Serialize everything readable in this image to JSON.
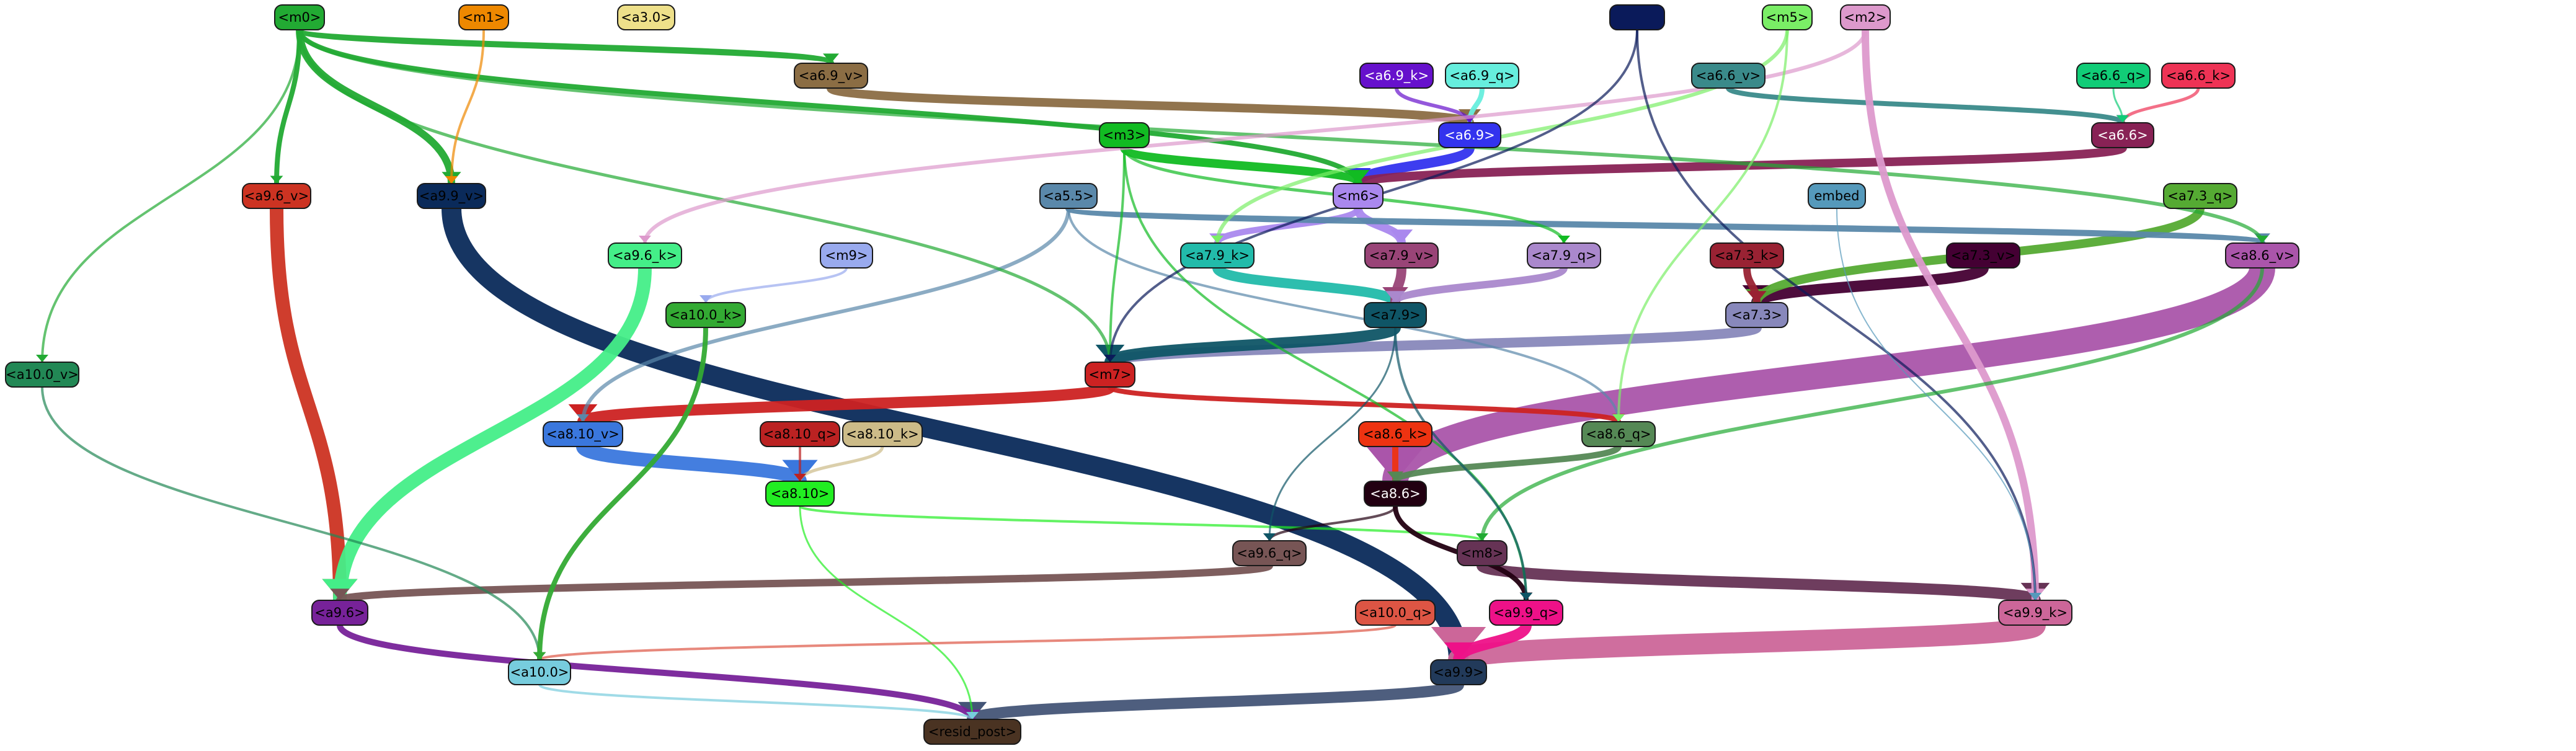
{
  "nodes": [
    {
      "id": "m0",
      "label": "<m0>",
      "color": "#22aa33",
      "text": "#000000"
    },
    {
      "id": "m1",
      "label": "<m1>",
      "color": "#ee8800",
      "text": "#000000"
    },
    {
      "id": "a3_0",
      "label": "<a3.0>",
      "color": "#eee08a",
      "text": "#000000"
    },
    {
      "id": "top_navy",
      "label": "",
      "color": "#0a1a5a",
      "text": "#ffffff"
    },
    {
      "id": "m5",
      "label": "<m5>",
      "color": "#7aee66",
      "text": "#000000"
    },
    {
      "id": "m2",
      "label": "<m2>",
      "color": "#dd99cc",
      "text": "#000000"
    },
    {
      "id": "a6_9_v",
      "label": "<a6.9_v>",
      "color": "#8b6d44",
      "text": "#000000"
    },
    {
      "id": "a6_6_v",
      "label": "<a6.6_v>",
      "color": "#3a8a8a",
      "text": "#000000"
    },
    {
      "id": "a6_9_k",
      "label": "<a6.9_k>",
      "color": "#6611cc",
      "text": "#ffffff"
    },
    {
      "id": "a6_9_q",
      "label": "<a6.9_q>",
      "color": "#66eedd",
      "text": "#000000"
    },
    {
      "id": "a6_6_q",
      "label": "<a6.6_q>",
      "color": "#11cc77",
      "text": "#000000"
    },
    {
      "id": "a6_6_k",
      "label": "<a6.6_k>",
      "color": "#ee3355",
      "text": "#000000"
    },
    {
      "id": "a6_9",
      "label": "<a6.9>",
      "color": "#3333ee",
      "text": "#ffffff"
    },
    {
      "id": "a6_6",
      "label": "<a6.6>",
      "color": "#882255",
      "text": "#ffffff"
    },
    {
      "id": "m3",
      "label": "<m3>",
      "color": "#11bb22",
      "text": "#000000"
    },
    {
      "id": "a9_6_v",
      "label": "<a9.6_v>",
      "color": "#cc3322",
      "text": "#000000"
    },
    {
      "id": "a9_9_v",
      "label": "<a9.9_v>",
      "color": "#0a2a5a",
      "text": "#000000"
    },
    {
      "id": "a5_5",
      "label": "<a5.5>",
      "color": "#5a88aa",
      "text": "#000000"
    },
    {
      "id": "m6",
      "label": "<m6>",
      "color": "#aa88ee",
      "text": "#000000"
    },
    {
      "id": "embed",
      "label": "embed",
      "color": "#5599bb",
      "text": "#000000"
    },
    {
      "id": "a7_3_q",
      "label": "<a7.3_q>",
      "color": "#55aa33",
      "text": "#000000"
    },
    {
      "id": "a9_6_k",
      "label": "<a9.6_k>",
      "color": "#44ee88",
      "text": "#000000"
    },
    {
      "id": "m9",
      "label": "<m9>",
      "color": "#99aaee",
      "text": "#000000"
    },
    {
      "id": "a7_9_k",
      "label": "<a7.9_k>",
      "color": "#22bbaa",
      "text": "#000000"
    },
    {
      "id": "a7_9_v",
      "label": "<a7.9_v>",
      "color": "#994477",
      "text": "#000000"
    },
    {
      "id": "a7_9_q",
      "label": "<a7.9_q>",
      "color": "#aa88cc",
      "text": "#000000"
    },
    {
      "id": "a7_3_k",
      "label": "<a7.3_k>",
      "color": "#992233",
      "text": "#000000"
    },
    {
      "id": "a7_3_v",
      "label": "<a7.3_v>",
      "color": "#440033",
      "text": "#000000"
    },
    {
      "id": "a8_6_v",
      "label": "<a8.6_v>",
      "color": "#aa55aa",
      "text": "#000000"
    },
    {
      "id": "a10_0_k",
      "label": "<a10.0_k>",
      "color": "#33aa33",
      "text": "#000000"
    },
    {
      "id": "a7_9",
      "label": "<a7.9>",
      "color": "#0f5566",
      "text": "#000000"
    },
    {
      "id": "a7_3",
      "label": "<a7.3>",
      "color": "#8888bb",
      "text": "#000000"
    },
    {
      "id": "a10_0_v",
      "label": "<a10.0_v>",
      "color": "#228855",
      "text": "#000000"
    },
    {
      "id": "m7",
      "label": "<m7>",
      "color": "#cc2222",
      "text": "#000000"
    },
    {
      "id": "a8_10_v",
      "label": "<a8.10_v>",
      "color": "#3a77dd",
      "text": "#000000"
    },
    {
      "id": "a8_10_q",
      "label": "<a8.10_q>",
      "color": "#bb2222",
      "text": "#000000"
    },
    {
      "id": "a8_10_k",
      "label": "<a8.10_k>",
      "color": "#ccbb88",
      "text": "#000000"
    },
    {
      "id": "a8_6_k",
      "label": "<a8.6_k>",
      "color": "#ee3311",
      "text": "#000000"
    },
    {
      "id": "a8_6_q",
      "label": "<a8.6_q>",
      "color": "#558855",
      "text": "#000000"
    },
    {
      "id": "a8_10",
      "label": "<a8.10>",
      "color": "#22ee22",
      "text": "#000000"
    },
    {
      "id": "a8_6",
      "label": "<a8.6>",
      "color": "#220011",
      "text": "#ffffff"
    },
    {
      "id": "a9_6_q",
      "label": "<a9.6_q>",
      "color": "#775555",
      "text": "#000000"
    },
    {
      "id": "m8",
      "label": "<m8>",
      "color": "#663355",
      "text": "#000000"
    },
    {
      "id": "a9_6",
      "label": "<a9.6>",
      "color": "#772299",
      "text": "#000000"
    },
    {
      "id": "a10_0_q",
      "label": "<a10.0_q>",
      "color": "#dd5544",
      "text": "#000000"
    },
    {
      "id": "a9_9_q",
      "label": "<a9.9_q>",
      "color": "#ee1188",
      "text": "#000000"
    },
    {
      "id": "a9_9_k",
      "label": "<a9.9_k>",
      "color": "#cc6699",
      "text": "#000000"
    },
    {
      "id": "a10_0",
      "label": "<a10.0>",
      "color": "#77ccdd",
      "text": "#000000"
    },
    {
      "id": "a9_9",
      "label": "<a9.9>",
      "color": "#223a5a",
      "text": "#000000"
    },
    {
      "id": "resid_post",
      "label": "<resid_post>",
      "color": "#4a3322",
      "text": "#000000"
    }
  ],
  "edges": [
    {
      "from": "a9_6_v",
      "to": "a9_6",
      "color": "#cc3322",
      "weight": 22
    },
    {
      "from": "a9_9_v",
      "to": "a9_9",
      "color": "#0a2a5a",
      "weight": 32
    },
    {
      "from": "a9_6_k",
      "to": "a9_6",
      "color": "#44ee88",
      "weight": 22
    },
    {
      "from": "a9_9_k",
      "to": "a9_9",
      "color": "#cc6699",
      "weight": 34
    },
    {
      "from": "a8_6_v",
      "to": "a8_6",
      "color": "#aa55aa",
      "weight": 42
    },
    {
      "from": "a9_9",
      "to": "resid_post",
      "color": "#445577",
      "weight": 18
    },
    {
      "from": "a9_6",
      "to": "resid_post",
      "color": "#772299",
      "weight": 10
    },
    {
      "from": "a9_6_q",
      "to": "a9_6",
      "color": "#775555",
      "weight": 12
    },
    {
      "from": "m8",
      "to": "a9_9_k",
      "color": "#663355",
      "weight": 18
    },
    {
      "from": "a7_3",
      "to": "m7",
      "color": "#8888bb",
      "weight": 16
    },
    {
      "from": "a7_9",
      "to": "m7",
      "color": "#0f5566",
      "weight": 18
    },
    {
      "from": "m7",
      "to": "a8_10_v",
      "color": "#cc2222",
      "weight": 18
    },
    {
      "from": "m7",
      "to": "a8_6_q",
      "color": "#cc2222",
      "weight": 8
    },
    {
      "from": "a8_10_v",
      "to": "a8_10",
      "color": "#3a77dd",
      "weight": 22
    },
    {
      "from": "a8_10",
      "to": "m8",
      "color": "#22ee22",
      "weight": 4
    },
    {
      "from": "a8_10",
      "to": "resid_post",
      "color": "#22ee22",
      "weight": 3
    },
    {
      "from": "a8_10_k",
      "to": "a8_10",
      "color": "#ccbb88",
      "weight": 5
    },
    {
      "from": "a8_10_q",
      "to": "a8_10",
      "color": "#bb2222",
      "weight": 4
    },
    {
      "from": "a7_3_v",
      "to": "a7_3",
      "color": "#440033",
      "weight": 18
    },
    {
      "from": "a7_3_q",
      "to": "a7_3",
      "color": "#55aa33",
      "weight": 14
    },
    {
      "from": "a7_3_k",
      "to": "a7_3",
      "color": "#992233",
      "weight": 12
    },
    {
      "from": "a7_9_k",
      "to": "a7_9",
      "color": "#22bbaa",
      "weight": 16
    },
    {
      "from": "a7_9_v",
      "to": "a7_9",
      "color": "#994477",
      "weight": 16
    },
    {
      "from": "a7_9_q",
      "to": "a7_9",
      "color": "#aa88cc",
      "weight": 12
    },
    {
      "from": "m6",
      "to": "a7_9_v",
      "color": "#aa88ee",
      "weight": 14
    },
    {
      "from": "m6",
      "to": "a7_9_k",
      "color": "#aa88ee",
      "weight": 10
    },
    {
      "from": "a6_9",
      "to": "m6",
      "color": "#3333ee",
      "weight": 16
    },
    {
      "from": "a6_6",
      "to": "m6",
      "color": "#882255",
      "weight": 14
    },
    {
      "from": "a6_9_v",
      "to": "a6_9",
      "color": "#8b6d44",
      "weight": 14
    },
    {
      "from": "a6_9_q",
      "to": "a6_9",
      "color": "#66eedd",
      "weight": 8
    },
    {
      "from": "a6_9_k",
      "to": "a6_9",
      "color": "#6611cc",
      "weight": 6
    },
    {
      "from": "a6_6_v",
      "to": "a6_6",
      "color": "#3a8a8a",
      "weight": 8
    },
    {
      "from": "a6_6_k",
      "to": "a6_6",
      "color": "#ee3355",
      "weight": 5
    },
    {
      "from": "a6_6_q",
      "to": "a6_6",
      "color": "#11cc77",
      "weight": 3
    },
    {
      "from": "a5_5",
      "to": "a8_6_v",
      "color": "#5a88aa",
      "weight": 10
    },
    {
      "from": "a5_5",
      "to": "a8_10_v",
      "color": "#5a88aa",
      "weight": 6
    },
    {
      "from": "a5_5",
      "to": "a8_6_q",
      "color": "#5a88aa",
      "weight": 4
    },
    {
      "from": "m0",
      "to": "a9_9_v",
      "color": "#22aa33",
      "weight": 12
    },
    {
      "from": "m0",
      "to": "a9_6_v",
      "color": "#22aa33",
      "weight": 8
    },
    {
      "from": "m0",
      "to": "a6_9_v",
      "color": "#22aa33",
      "weight": 10
    },
    {
      "from": "m0",
      "to": "m6",
      "color": "#22aa33",
      "weight": 8
    },
    {
      "from": "m0",
      "to": "a8_6_v",
      "color": "#22aa33",
      "weight": 6
    },
    {
      "from": "m0",
      "to": "a10_0_v",
      "color": "#22aa33",
      "weight": 4
    },
    {
      "from": "m0",
      "to": "m7",
      "color": "#22aa33",
      "weight": 5
    },
    {
      "from": "m3",
      "to": "m6",
      "color": "#11bb22",
      "weight": 14
    },
    {
      "from": "m3",
      "to": "a9_9_q",
      "color": "#11bb22",
      "weight": 4
    },
    {
      "from": "m3",
      "to": "a7_9_q",
      "color": "#11bb22",
      "weight": 5
    },
    {
      "from": "m3",
      "to": "m7",
      "color": "#11bb22",
      "weight": 4
    },
    {
      "from": "m2",
      "to": "a9_9_k",
      "color": "#dd99cc",
      "weight": 12
    },
    {
      "from": "m2",
      "to": "a9_6_k",
      "color": "#dd99cc",
      "weight": 6
    },
    {
      "from": "m5",
      "to": "a7_9_k",
      "color": "#7aee66",
      "weight": 6
    },
    {
      "from": "m5",
      "to": "a8_6_q",
      "color": "#7aee66",
      "weight": 4
    },
    {
      "from": "m1",
      "to": "a9_9_v",
      "color": "#ee8800",
      "weight": 4
    },
    {
      "from": "top_navy",
      "to": "a9_9_k",
      "color": "#0a1a5a",
      "weight": 4
    },
    {
      "from": "top_navy",
      "to": "m7",
      "color": "#0a1a5a",
      "weight": 4
    },
    {
      "from": "a8_6",
      "to": "a9_9_q",
      "color": "#220011",
      "weight": 8
    },
    {
      "from": "a8_6",
      "to": "a9_6_q",
      "color": "#220011",
      "weight": 4
    },
    {
      "from": "a8_6_k",
      "to": "a8_6",
      "color": "#ee3311",
      "weight": 10
    },
    {
      "from": "a8_6_q",
      "to": "a8_6",
      "color": "#558855",
      "weight": 10
    },
    {
      "from": "a9_9_q",
      "to": "a9_9",
      "color": "#ee1188",
      "weight": 18
    },
    {
      "from": "a10_0_q",
      "to": "a10_0",
      "color": "#dd5544",
      "weight": 4
    },
    {
      "from": "a10_0_v",
      "to": "a10_0",
      "color": "#228855",
      "weight": 4
    },
    {
      "from": "a10_0_k",
      "to": "a10_0",
      "color": "#33aa33",
      "weight": 8
    },
    {
      "from": "a10_0",
      "to": "resid_post",
      "color": "#77ccdd",
      "weight": 4
    },
    {
      "from": "m9",
      "to": "a10_0_k",
      "color": "#99aaee",
      "weight": 4
    },
    {
      "from": "a8_6_v",
      "to": "m8",
      "color": "#22aa33",
      "weight": 6
    },
    {
      "from": "embed",
      "to": "a9_9_k",
      "color": "#5599bb",
      "weight": 2
    },
    {
      "from": "a7_9",
      "to": "a9_6_q",
      "color": "#0f5566",
      "weight": 3
    },
    {
      "from": "a7_9",
      "to": "a9_9_q",
      "color": "#0f5566",
      "weight": 4
    }
  ]
}
